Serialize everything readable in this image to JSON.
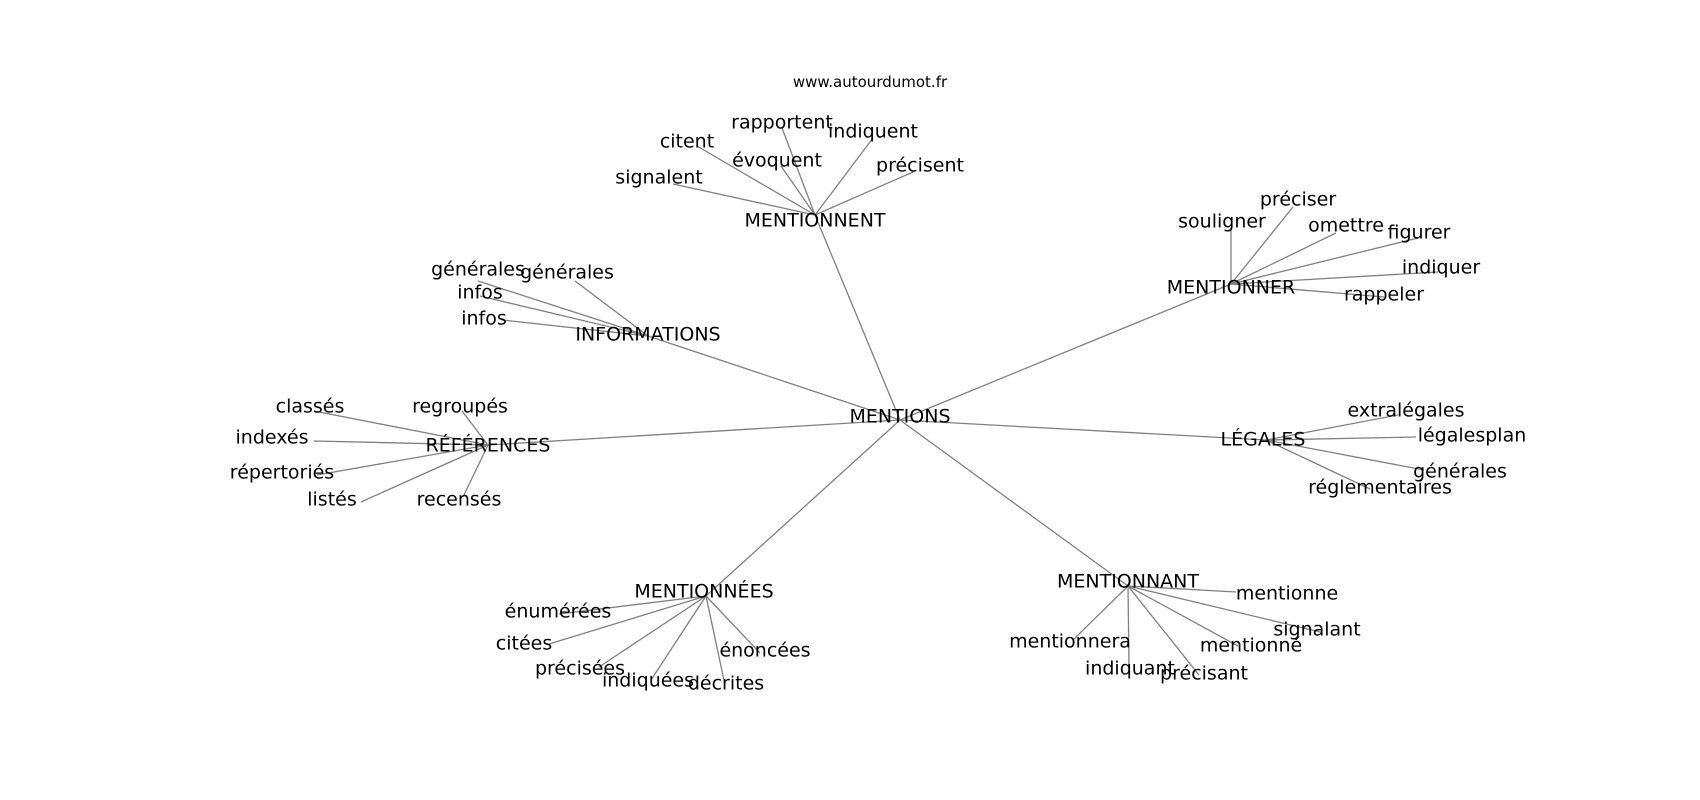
{
  "source": "www.autourdumot.fr",
  "root": "MENTIONS",
  "branches": [
    {
      "label": "MENTIONNENT",
      "children": [
        "citent",
        "rapportent",
        "indiquent",
        "évoquent",
        "signalent",
        "précisent"
      ]
    },
    {
      "label": "MENTIONNER",
      "children": [
        "préciser",
        "souligner",
        "omettre",
        "figurer",
        "indiquer",
        "rappeler"
      ]
    },
    {
      "label": "INFORMATIONS",
      "children": [
        "générales",
        "générales",
        "infos",
        "infos"
      ]
    },
    {
      "label": "RÉFÉRENCES",
      "children": [
        "classés",
        "regroupés",
        "indexés",
        "répertoriés",
        "listés",
        "recensés"
      ]
    },
    {
      "label": "LÉGALES",
      "children": [
        "extralégales",
        "légalesplan",
        "générales",
        "réglementaires"
      ]
    },
    {
      "label": "MENTIONNÉES",
      "children": [
        "énumérées",
        "citées",
        "précisées",
        "indiquées",
        "décrites",
        "énoncées"
      ]
    },
    {
      "label": "MENTIONNANT",
      "children": [
        "mentionne",
        "signalant",
        "mentionné",
        "mentionnera",
        "indiquant",
        "précisant"
      ]
    }
  ]
}
